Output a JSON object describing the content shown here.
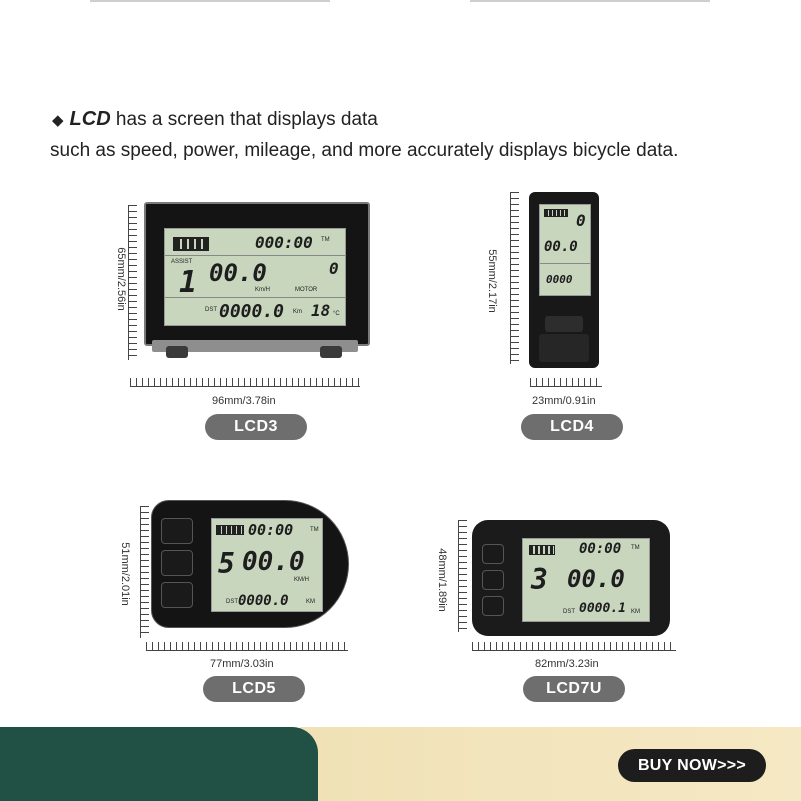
{
  "intro": {
    "bullet": "◆",
    "brand": "LCD",
    "line1_rest": " has a screen that displays data",
    "line2": "such as speed, power, mileage, and more accurately displays bicycle data."
  },
  "products": [
    {
      "model": "LCD3",
      "width": "96mm/3.78in",
      "height": "65mm/2.56in",
      "screen": {
        "time": "000:00",
        "assist_label": "ASSIST",
        "assist": "1",
        "speed": "00.0",
        "speed_unit": "Km/H",
        "motor_label": "MOTOR",
        "motor": "0",
        "dst_label": "DST",
        "distance": "0000.0",
        "dist_unit": "Km",
        "temp": "18",
        "temp_unit": "°C",
        "tm": "TM"
      }
    },
    {
      "model": "LCD4",
      "width": "23mm/0.91in",
      "height": "55mm/2.17in",
      "screen": {
        "assist": "0",
        "speed": "00.0",
        "distance": "0000"
      }
    },
    {
      "model": "LCD5",
      "width": "77mm/3.03in",
      "height": "51mm/2.01in",
      "screen": {
        "time": "00:00",
        "tm": "TM",
        "assist": "5",
        "speed": "00.0",
        "speed_unit": "KM/H",
        "dst_label": "DST",
        "distance": "0000.0",
        "dist_unit": "KM"
      }
    },
    {
      "model": "LCD7U",
      "width": "82mm/3.23in",
      "height": "48mm/1.89in",
      "screen": {
        "time": "00:00",
        "tm": "TM",
        "assist": "3",
        "speed": "00.0",
        "dst_label": "DST",
        "distance": "0000.1",
        "dist_unit": "KM"
      }
    }
  ],
  "cta": {
    "label": "BUY NOW>>>"
  },
  "colors": {
    "footer_green": "#205144",
    "footer_cream": "#f2e4bd",
    "pill_gray": "#6e6e6e",
    "lcd_green": "#c9d6be"
  }
}
